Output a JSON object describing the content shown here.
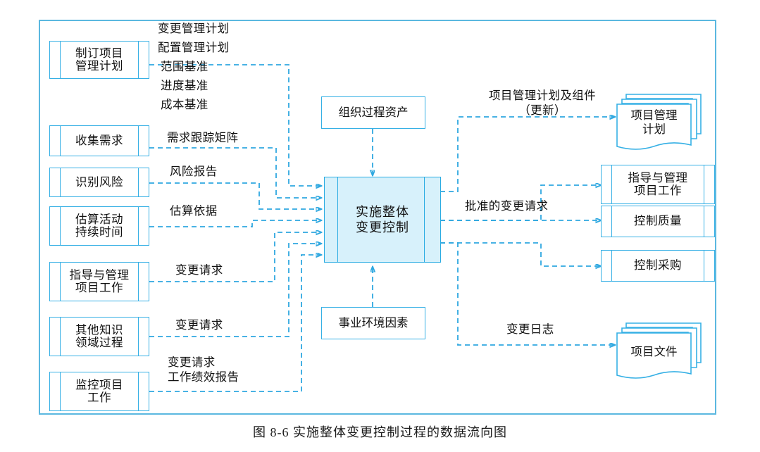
{
  "figure": {
    "caption": "图 8-6   实施整体变更控制过程的数据流向图",
    "accent_color": "#2fa8e0",
    "central_fill": "#d7f1fb"
  },
  "inputs": [
    {
      "label": "制订项目\n管理计划"
    },
    {
      "label": "收集需求"
    },
    {
      "label": "识别风险"
    },
    {
      "label": "估算活动\n持续时间"
    },
    {
      "label": "指导与管理\n项目工作"
    },
    {
      "label": "其他知识\n领域过程"
    },
    {
      "label": "监控项目\n工作"
    }
  ],
  "input_flow_labels": [
    {
      "text": "变更管理计划"
    },
    {
      "text": "配置管理计划"
    },
    {
      "text": "范围基准"
    },
    {
      "text": "进度基准"
    },
    {
      "text": "成本基准"
    },
    {
      "text": "需求跟踪矩阵"
    },
    {
      "text": "风险报告"
    },
    {
      "text": "估算依据"
    },
    {
      "text": "变更请求"
    },
    {
      "text": "变更请求"
    },
    {
      "text": "变更请求\n工作绩效报告"
    }
  ],
  "enterprise_inputs": [
    {
      "label": "组织过程资产"
    },
    {
      "label": "事业环境因素"
    }
  ],
  "central_process": {
    "label": "实施整体\n变更控制"
  },
  "output_flow_labels": [
    {
      "text": "项目管理计划及组件\n（更新）"
    },
    {
      "text": "批准的变更请求"
    },
    {
      "text": "变更日志"
    }
  ],
  "outputs": [
    {
      "label": "项目管理\n计划",
      "shape": "document-stack"
    },
    {
      "label": "指导与管理\n项目工作",
      "shape": "process"
    },
    {
      "label": "控制质量",
      "shape": "process"
    },
    {
      "label": "控制采购",
      "shape": "process"
    },
    {
      "label": "项目文件",
      "shape": "document-stack"
    }
  ]
}
